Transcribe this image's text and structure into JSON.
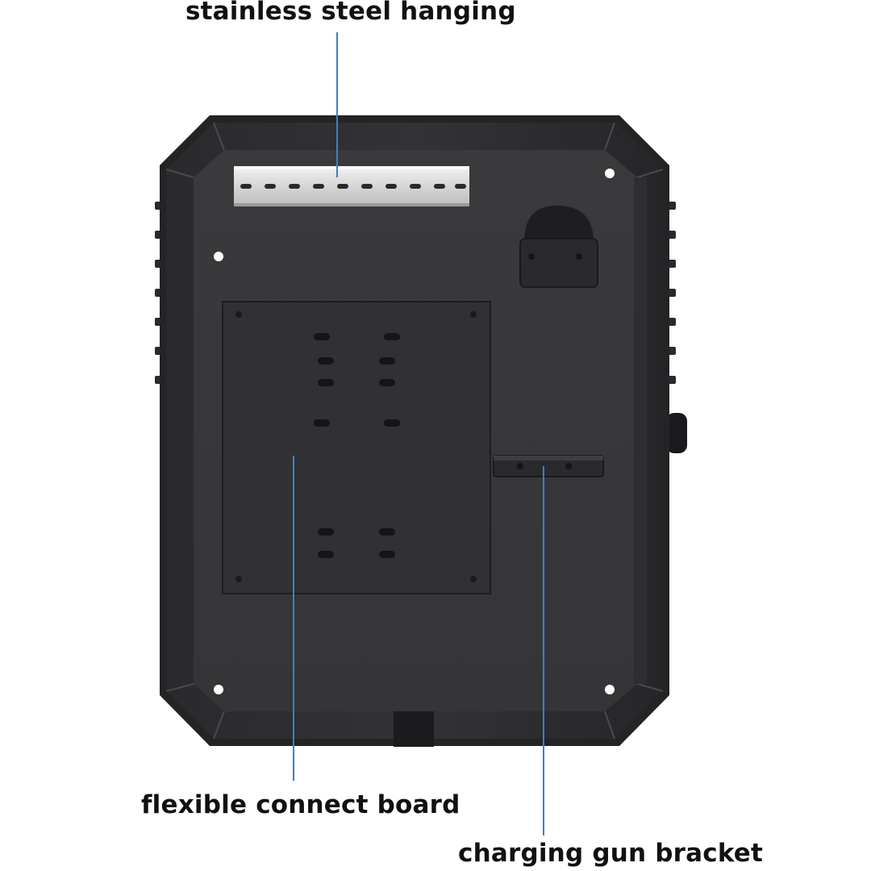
{
  "labels": {
    "top": "stainless steel hanging",
    "board": "flexible connect board",
    "bracket": "charging gun bracket"
  },
  "colors": {
    "box_outer": "#2b2b2d",
    "box_inner": "#3c3c3e",
    "rail": "#d9d9d9",
    "leader_line": "#3a7fd0"
  }
}
